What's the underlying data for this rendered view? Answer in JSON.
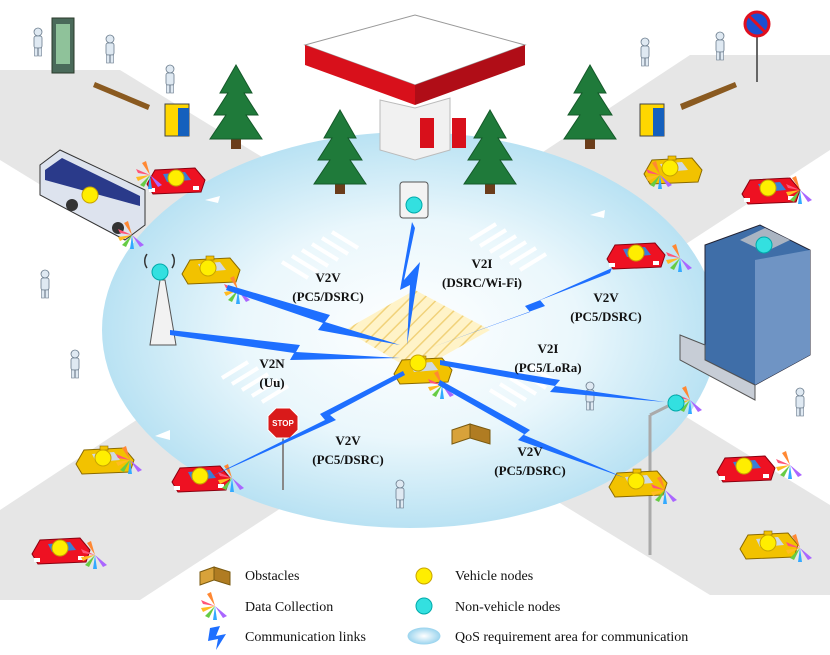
{
  "links": [
    {
      "id": "v2v-nw",
      "line1": "V2V",
      "line2": "(PC5/DSRC)"
    },
    {
      "id": "v2i-n",
      "line1": "V2I",
      "line2": "(DSRC/Wi-Fi)"
    },
    {
      "id": "v2v-ne",
      "line1": "V2V",
      "line2": "(PC5/DSRC)"
    },
    {
      "id": "v2n",
      "line1": "V2N",
      "line2": "(Uu)"
    },
    {
      "id": "v2i-e",
      "line1": "V2I",
      "line2": "(PC5/LoRa)"
    },
    {
      "id": "v2v-sw",
      "line1": "V2V",
      "line2": "(PC5/DSRC)"
    },
    {
      "id": "v2v-se",
      "line1": "V2V",
      "line2": "(PC5/DSRC)"
    }
  ],
  "stop_sign": "STOP",
  "legend": {
    "obstacles": "Obstacles",
    "data_collection": "Data Collection",
    "communication_links": "Communication links",
    "vehicle_nodes": "Vehicle nodes",
    "non_vehicle_nodes": "Non-vehicle nodes",
    "qos_area": "QoS requirement area for communication"
  },
  "colors": {
    "vehicle_node": "#ffee00",
    "non_vehicle_node": "#33e0e0",
    "link": "#1e6fff",
    "qos_area": "#bfe6f5",
    "road": "#e6e6e6",
    "car": "#ee1122",
    "taxi": "#f2c200"
  },
  "icons": [
    "pedestrian-icon",
    "tree-icon",
    "bench-icon",
    "mailbox-icon",
    "billboard-icon",
    "no-parking-sign-icon",
    "gas-station-icon",
    "bus-icon",
    "car-icon",
    "taxi-icon",
    "base-station-icon",
    "building-icon",
    "street-light-icon",
    "stop-sign-icon",
    "obstacle-boxes-icon",
    "data-collection-icon",
    "lightning-icon",
    "fuel-pump-icon"
  ]
}
